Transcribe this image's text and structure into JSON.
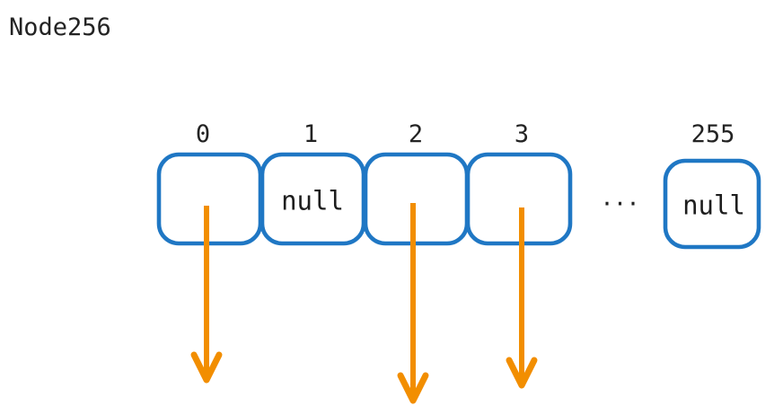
{
  "diagram": {
    "title": "Node256",
    "background_color": "#ffffff",
    "box_stroke_color": "#1f77c4",
    "text_color": "#232323",
    "arrow_color": "#f28e00",
    "ellipsis": "···",
    "ellipsis_label": "more-slots-ellipsis",
    "slots": [
      {
        "index_label": "0",
        "value": "",
        "has_child_pointer": true,
        "name": "slot-0"
      },
      {
        "index_label": "1",
        "value": "null",
        "has_child_pointer": false,
        "name": "slot-1"
      },
      {
        "index_label": "2",
        "value": "",
        "has_child_pointer": true,
        "name": "slot-2"
      },
      {
        "index_label": "3",
        "value": "",
        "has_child_pointer": true,
        "name": "slot-3"
      },
      {
        "index_label": "255",
        "value": "null",
        "has_child_pointer": false,
        "name": "slot-255"
      }
    ],
    "pointer_arrows": [
      {
        "from_slot": "0",
        "name": "pointer-arrow-slot-0"
      },
      {
        "from_slot": "2",
        "name": "pointer-arrow-slot-2"
      },
      {
        "from_slot": "3",
        "name": "pointer-arrow-slot-3"
      }
    ]
  }
}
